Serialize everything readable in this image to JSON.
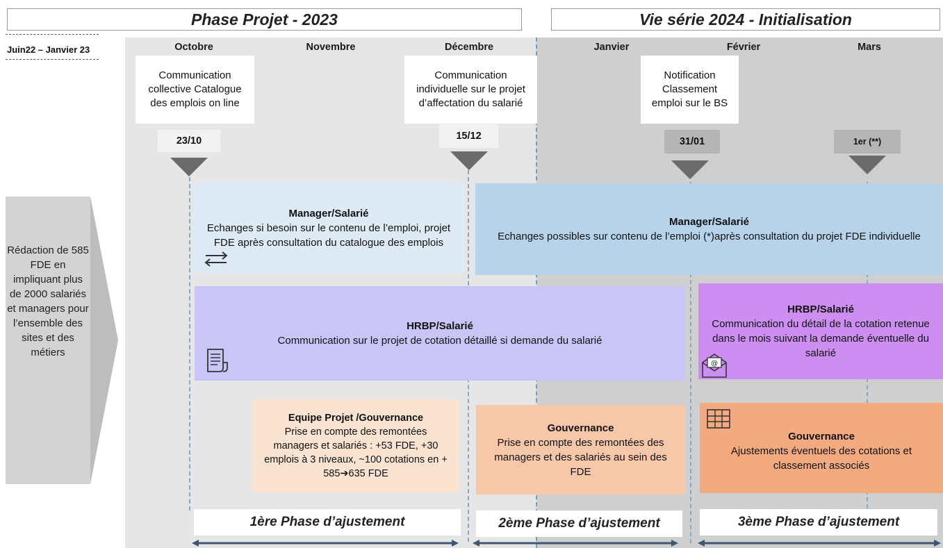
{
  "header": {
    "phase_left": "Phase Projet - 2023",
    "phase_right": "Vie série 2024 - Initialisation",
    "period": "Juin22 – Janvier 23"
  },
  "months": [
    "Octobre",
    "Novembre",
    "Décembre",
    "Janvier",
    "Février",
    "Mars"
  ],
  "notes": {
    "oct": "Communication collective Catalogue des emplois on line",
    "dec": "Communication individuelle sur le projet d’affectation du salarié",
    "feb": "Notification Classement emploi sur le BS"
  },
  "dates": {
    "d1": "23/10",
    "d2": "15/12",
    "d3": "31/01",
    "d4": "1er (**)"
  },
  "left_panel": {
    "text": "Rédaction de 585 FDE en impliquant plus de 2000 salariés et managers pour l’ensemble des sites et des métiers"
  },
  "blocks": {
    "mgr1_title": "Manager/Salarié",
    "mgr1_text": "Echanges si besoin sur le contenu de l’emploi, projet FDE après consultation du catalogue des emplois",
    "mgr2_title": "Manager/Salarié",
    "mgr2_text": "Echanges possibles sur contenu de l’emploi (*)après consultation du projet FDE individuelle",
    "hrbp1_title": "HRBP/Salarié",
    "hrbp1_text": "Communication sur le projet de cotation détaillé si demande du salarié",
    "hrbp2_title": "HRBP/Salarié",
    "hrbp2_text": "Communication du détail de la cotation retenue dans le mois suivant la demande éventuelle du salarié",
    "gov1_title": "Equipe Projet /Gouvernance",
    "gov1_text": "Prise en compte des remontées managers et salariés : +53 FDE, +30 emplois à 3 niveaux, ~100 cotations en +",
    "gov1_extra": "585➔635 FDE",
    "gov2_title": "Gouvernance",
    "gov2_text": "Prise en compte des remontées des managers et des salariés au sein des FDE",
    "gov3_title": "Gouvernance",
    "gov3_text": "Ajustements éventuels des cotations et classement associés"
  },
  "phases": {
    "p1": "1ère Phase d’ajustement",
    "p2": "2ème Phase d’ajustement",
    "p3": "3ème Phase d’ajustement"
  },
  "colors": {
    "manager_light": "#deebf6",
    "manager_blue": "#b6d3ea",
    "hrbp_lavender": "#c9c6f7",
    "hrbp_purple": "#cc8ef0",
    "gov_peach": "#fbe3d2",
    "gov_orange1": "#f6c7a8",
    "gov_orange2": "#f2aa7e",
    "arrow": "#3d5672"
  },
  "icons": [
    "exchange-arrows-icon",
    "document-icon",
    "email-icon",
    "grid-table-icon",
    "triangle-marker-icon"
  ]
}
